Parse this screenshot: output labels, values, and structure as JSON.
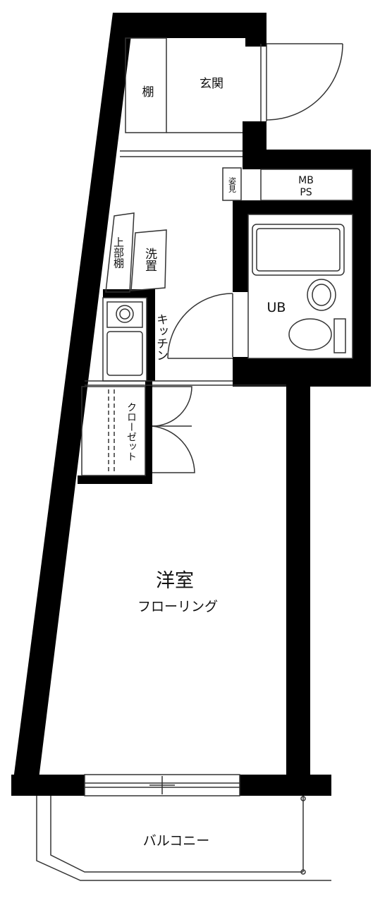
{
  "rooms": {
    "tana": "棚",
    "genkan": "玄関",
    "sugami": "姿見",
    "mb": "MB",
    "ps": "PS",
    "jobudana": "上部棚",
    "sentakuki": "洗置",
    "unit_bath": "UB",
    "kitchen": "キッチン",
    "closet": "クローゼット",
    "youshitsu": "洋室",
    "flooring": "フローリング",
    "balcony": "バルコニー"
  },
  "colors": {
    "wall": "#000000",
    "line": "#333333",
    "background": "#ffffff"
  }
}
